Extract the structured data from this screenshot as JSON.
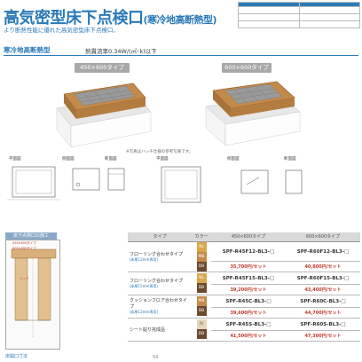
{
  "header": {
    "title": "高気密型床下点検口",
    "title_sub": "(寒冷地高断熱型)",
    "subtitle": "より断熱性能に優れた高気密型床下点検口。"
  },
  "section": {
    "label": "寒冷地高断熱型",
    "thermal_value": "熱貫流率0.34W/(㎡･k)以下"
  },
  "types": {
    "type_450": "450×600タイプ",
    "type_600": "600×600タイプ"
  },
  "product_note": "※写真はハッチ仕様の参考写真です。",
  "drawings": {
    "left_labels": [
      "平面図",
      "側面図",
      "断面図"
    ],
    "right_labels": [
      "平面図",
      "側面図",
      "断面図"
    ]
  },
  "detail": {
    "header": "床下点検口の施工",
    "notes": [
      "450×600タイプ",
      "600×600タイプ",
      "ハッチ"
    ]
  },
  "price_table": {
    "headers": [
      "タイプ",
      "カラー",
      "450×600タイプ",
      "600×600タイプ"
    ],
    "rows": [
      {
        "desc": "フローリング合わせタイプ",
        "desc_paren": "(床厚12mm専用)",
        "swatches": [
          [
            "NL",
            "MB"
          ],
          [
            "DB"
          ]
        ],
        "model_450": "SPF-R45F12-BL3-□",
        "model_600": "SPF-R60F12-BL3-□",
        "price_450": "35,700円/セット",
        "price_600": "40,800円/セット"
      },
      {
        "desc": "フローリング合わせタイプ",
        "desc_paren": "(床厚15mm専用)",
        "swatches": [
          [
            "NL"
          ],
          [
            "DB"
          ]
        ],
        "model_450": "SPF-R45F15-BL3-□",
        "model_600": "SPF-R60F15-BL3-□",
        "price_450": "39,200円/セット",
        "price_600": "43,400円/セット"
      },
      {
        "desc": "クッションフロア合わせタイプ",
        "desc_paren": "(床厚12mm専用)",
        "swatches": [
          [
            "MB"
          ],
          [
            "DB"
          ]
        ],
        "model_450": "SPF-R45C-BL3-□",
        "model_600": "SPF-R60C-BL3-□",
        "price_450": "39,600円/セット",
        "price_600": "44,700円/セット"
      },
      {
        "desc": "シート貼り完成品",
        "desc_paren": "",
        "swatches": [
          [
            "IV"
          ],
          [
            "DB"
          ]
        ],
        "model_450": "SPF-R45S-BL3-□",
        "model_600": "SPF-R60S-BL3-□",
        "price_450": "41,500円/セット",
        "price_600": "47,300円/セット"
      }
    ]
  },
  "footer": {
    "note": "床開口寸法",
    "page": "54"
  },
  "colors": {
    "accent": "#2a7ab8",
    "price": "#c0392b",
    "wood": "#c48a4a",
    "insulation": "#f0f0f0"
  }
}
